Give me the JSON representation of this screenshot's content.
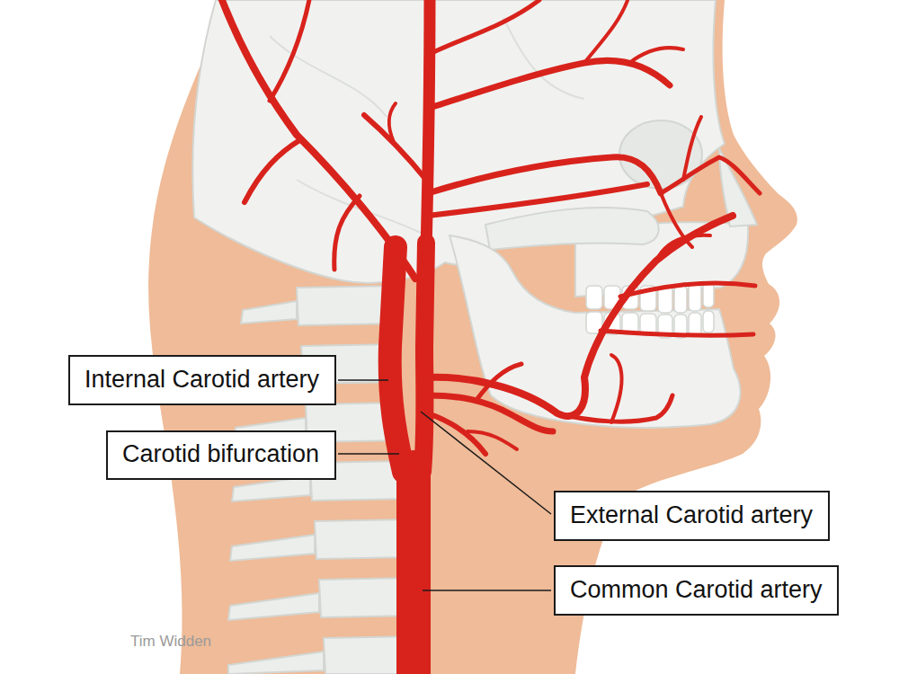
{
  "diagram": {
    "nodes": [
      {
        "text": [
          "Internal Carotid artery"
        ]
      },
      {
        "text": [
          "Carotid bifurcation"
        ]
      },
      {
        "text": [
          "External Carotid artery"
        ]
      },
      {
        "text": [
          "Common Carotid artery"
        ]
      }
    ],
    "labels": [
      "Tim Widden"
    ]
  }
}
